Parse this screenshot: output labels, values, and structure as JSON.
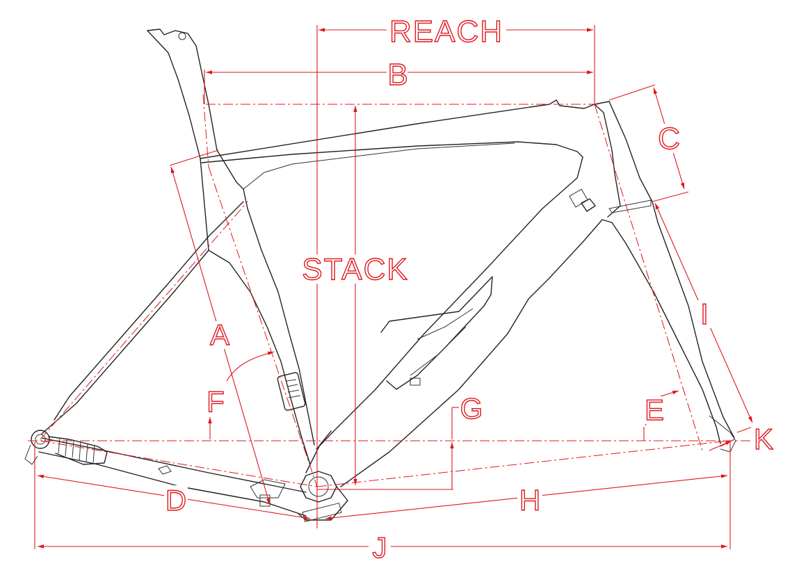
{
  "labels": {
    "reach": "REACH",
    "b": "B",
    "c": "C",
    "stack": "STACK",
    "a": "A",
    "f": "F",
    "g": "G",
    "e": "E",
    "i": "I",
    "k": "K",
    "d": "D",
    "h": "H",
    "j": "J"
  },
  "colors": {
    "dimension": "#e0161b",
    "frame": "#222222",
    "background": "#ffffff"
  }
}
